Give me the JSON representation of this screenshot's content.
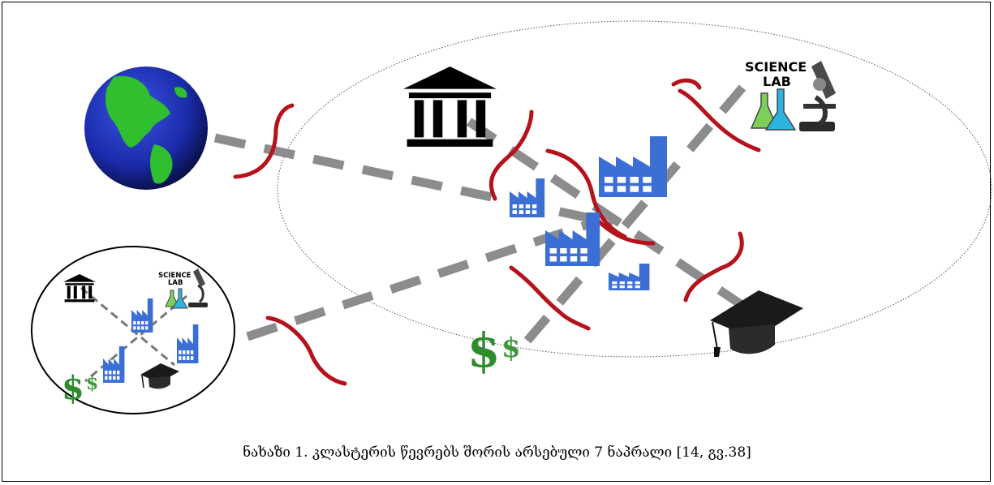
{
  "figure": {
    "caption": "ნახაზი 1. კლასტერის წევრებს შორის არსებული 7 ნაპრალი [14, გვ.38]"
  },
  "labels": {
    "science_lab_big_line1": "SCIENCE",
    "science_lab_big_line2": "LAB",
    "science_lab_small_line1": "SCIENCE",
    "science_lab_small_line2": "LAB"
  },
  "colors": {
    "gap_arc": "#b5121b",
    "connector": "#8c8c8c",
    "factory": "#3b6fd6",
    "globe_ocean": "#1b2fb8",
    "globe_land": "#2fbf2f",
    "dollar": "#2e8b2e"
  },
  "icons": [
    "globe-icon",
    "government-building-icon",
    "science-lab-icon",
    "factory-icon",
    "money-icon",
    "graduation-cap-icon"
  ]
}
